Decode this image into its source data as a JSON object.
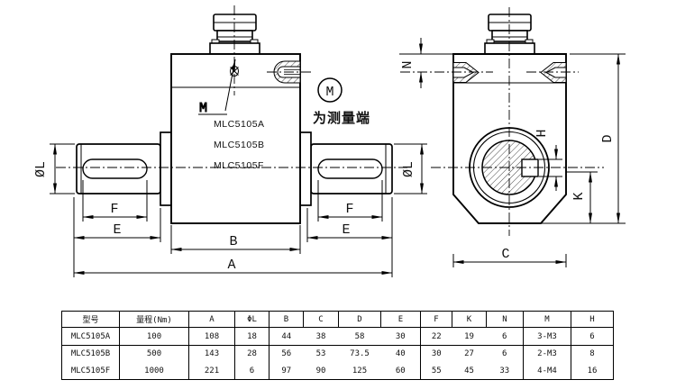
{
  "drawing": {
    "models": {
      "a": "MLC5105A",
      "b": "MLC5105B",
      "f": "MLC5105F"
    },
    "labels": {
      "phi_l": "ØL",
      "f": "F",
      "e": "E",
      "b": "B",
      "a": "A",
      "c": "C",
      "d": "D",
      "k": "K",
      "h": "H",
      "n": "N",
      "m": "M"
    },
    "note": {
      "symbol": "M",
      "text": "为测量端"
    }
  },
  "table": {
    "headers": [
      "型号",
      "量程(Nm)",
      "A",
      "ΦL",
      "B",
      "C",
      "D",
      "E",
      "F",
      "K",
      "N",
      "M",
      "H"
    ],
    "rows": [
      {
        "cells": [
          "MLC5105A",
          "100",
          "108",
          "18",
          "44",
          "38",
          "58",
          "30",
          "22",
          "19",
          "6",
          "3-M3",
          "6"
        ]
      },
      {
        "cells": [
          "MLC5105B",
          "500",
          "143",
          "28",
          "56",
          "53",
          "73.5",
          "40",
          "30",
          "27",
          "6",
          "2-M3",
          "8"
        ]
      },
      {
        "cells": [
          "MLC5105F",
          "1000",
          "221",
          "6",
          "97",
          "90",
          "125",
          "60",
          "55",
          "45",
          "33",
          "4-M4",
          "16"
        ]
      }
    ]
  }
}
